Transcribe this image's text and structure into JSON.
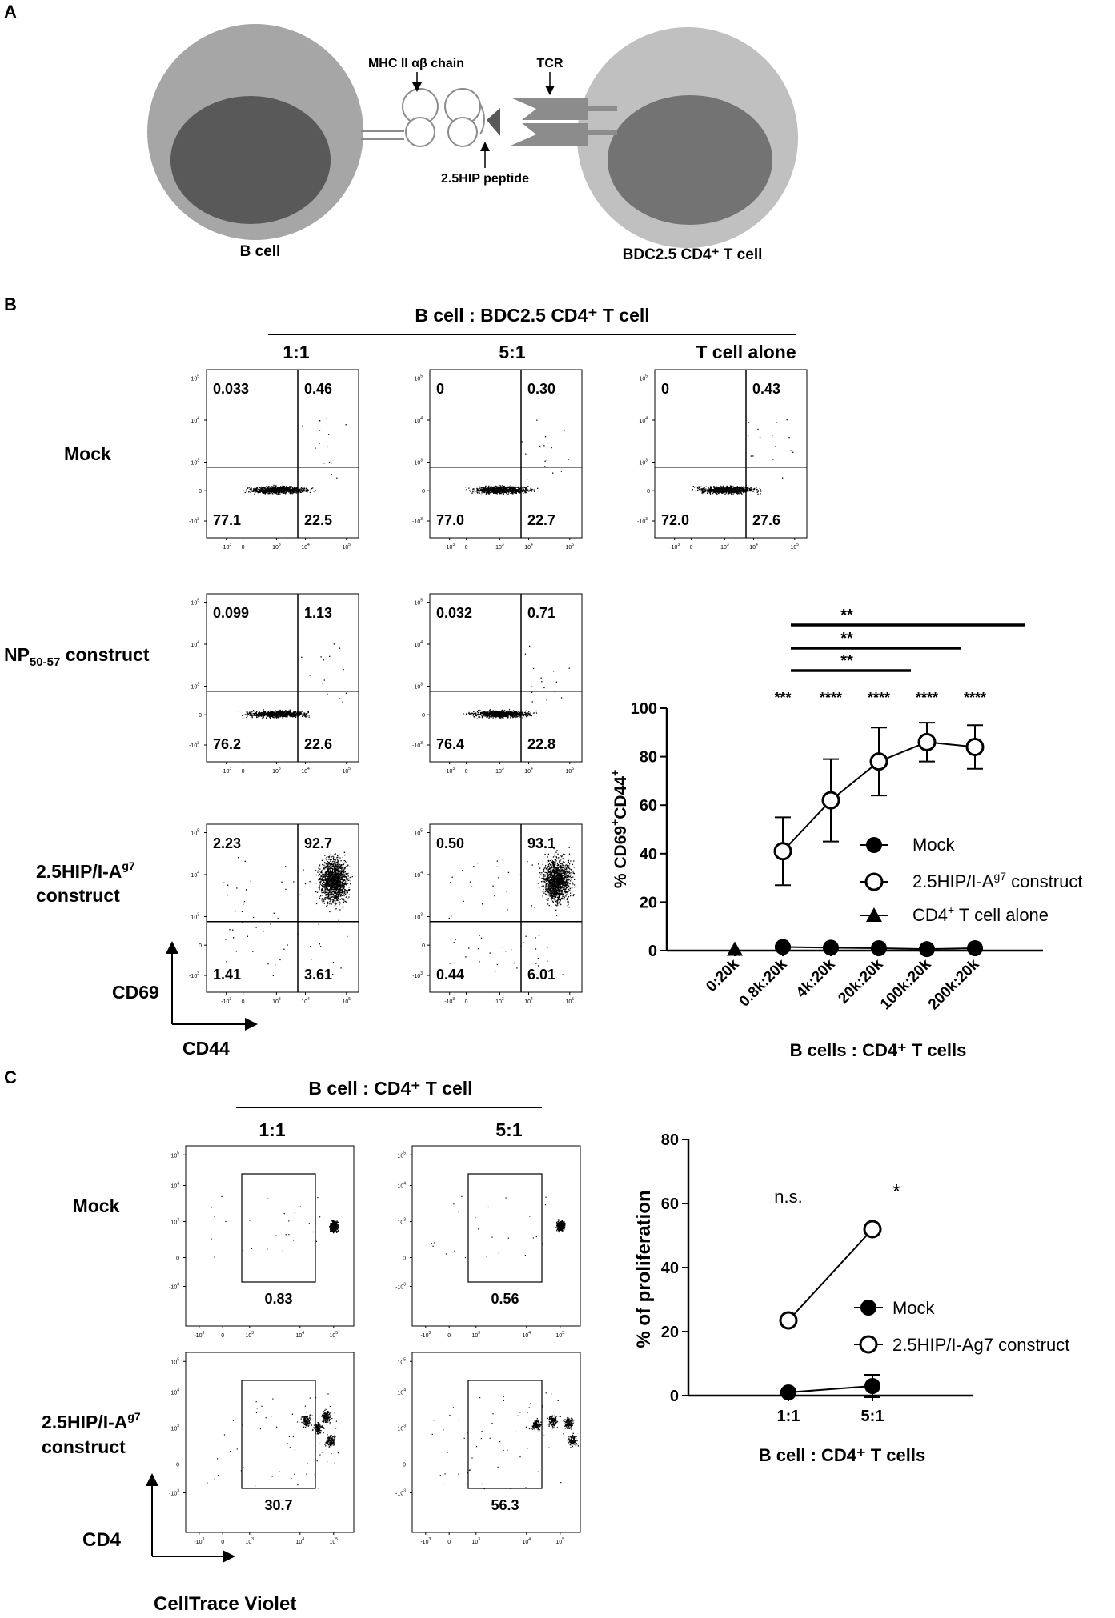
{
  "panelA": {
    "letter": "A",
    "mhc_label": "MHC II αβ chain",
    "tcr_label": "TCR",
    "peptide_label": "2.5HIP peptide",
    "bcell_label": "B cell",
    "tcell_label": "BDC2.5 CD4⁺ T cell"
  },
  "panelB": {
    "letter": "B",
    "header": "B cell : BDC2.5 CD4⁺ T cell",
    "col_labels": [
      "1:1",
      "5:1",
      "T cell alone"
    ],
    "row_labels": [
      "Mock",
      "NP",
      "50-57",
      " construct",
      "2.5HIP/I-A",
      "g7",
      "construct"
    ],
    "y_axis_label": "CD69",
    "x_axis_label": "CD44",
    "plots": [
      {
        "row": 0,
        "col": 0,
        "q": [
          "0.033",
          "0.46",
          "77.1",
          "22.5"
        ]
      },
      {
        "row": 0,
        "col": 1,
        "q": [
          "0",
          "0.30",
          "77.0",
          "22.7"
        ]
      },
      {
        "row": 0,
        "col": 2,
        "q": [
          "0",
          "0.43",
          "72.0",
          "27.6"
        ]
      },
      {
        "row": 1,
        "col": 0,
        "q": [
          "0.099",
          "1.13",
          "76.2",
          "22.6"
        ]
      },
      {
        "row": 1,
        "col": 1,
        "q": [
          "0.032",
          "0.71",
          "76.4",
          "22.8"
        ]
      },
      {
        "row": 2,
        "col": 0,
        "q": [
          "2.23",
          "92.7",
          "1.41",
          "3.61"
        ]
      },
      {
        "row": 2,
        "col": 1,
        "q": [
          "0.50",
          "93.1",
          "0.44",
          "6.01"
        ]
      }
    ],
    "y_ticks": [
      "10",
      "10",
      "10",
      "0",
      "-10"
    ],
    "y_tick_exps": [
      "5",
      "4",
      "3",
      "",
      "3"
    ],
    "x_ticks": [
      "-10",
      "0",
      "10",
      "10",
      "10"
    ],
    "x_tick_exps": [
      "3",
      "",
      "3",
      "4",
      "5"
    ]
  },
  "chartB": {
    "ylabel": "% CD69",
    "ylabel_sup1": "+",
    "ylabel_mid": "CD44",
    "ylabel_sup2": "+",
    "xlabel": "B cells : CD4⁺ T cells",
    "sig_bars": [
      "**",
      "**",
      "**"
    ],
    "sig_points": [
      "***",
      "****",
      "****",
      "****",
      "****"
    ],
    "legend": [
      "Mock",
      "2.5HIP/I-A",
      "g7",
      " construct",
      "CD4",
      "+",
      " T cell alone"
    ]
  },
  "panelC": {
    "letter": "C",
    "header": "B cell : CD4⁺ T cell",
    "col_labels": [
      "1:1",
      "5:1"
    ],
    "row_labels": [
      "Mock",
      "2.5HIP/I-A",
      "g7",
      "construct"
    ],
    "gates": [
      "0.83",
      "0.56",
      "30.7",
      "56.3"
    ],
    "y_axis_label": "CD4",
    "x_axis_label": "CellTrace Violet"
  },
  "chartC": {
    "ylabel": "% of proliferation",
    "xlabel": "B cell : CD4⁺ T cells",
    "sig": [
      "n.s.",
      "*"
    ],
    "legend": [
      "Mock",
      "2.5HIP/I-Ag7 construct"
    ]
  },
  "chart_data": [
    {
      "type": "line",
      "categories": [
        "0:20k",
        "0.8k:20k",
        "4k:20k",
        "20k:20k",
        "100k:20k",
        "200k:20k"
      ],
      "ylim": [
        0,
        100
      ],
      "yticks": [
        0,
        20,
        40,
        60,
        80,
        100
      ],
      "xlabel": "B cells : CD4⁺ T cells",
      "ylabel": "% CD69⁺CD44⁺",
      "legend_position": "right",
      "series": [
        {
          "name": "Mock",
          "marker": "filled-circle",
          "values": [
            null,
            1.5,
            1.2,
            1.0,
            0.6,
            1.0
          ],
          "err": [
            0,
            0.4,
            0.3,
            0.3,
            0.2,
            0.3
          ]
        },
        {
          "name": "2.5HIP/I-Ag7 construct",
          "marker": "open-circle",
          "values": [
            null,
            41,
            62,
            78,
            86,
            84
          ],
          "err": [
            0,
            14,
            17,
            14,
            8,
            9
          ]
        },
        {
          "name": "CD4⁺ T cell alone",
          "marker": "filled-triangle",
          "values": [
            0.5,
            null,
            null,
            null,
            null,
            null
          ],
          "err": [
            0,
            0,
            0,
            0,
            0,
            0
          ]
        }
      ]
    },
    {
      "type": "line",
      "categories": [
        "1:1",
        "5:1"
      ],
      "ylim": [
        0,
        80
      ],
      "yticks": [
        0,
        20,
        40,
        60,
        80
      ],
      "xlabel": "B cell : CD4⁺ T cells",
      "ylabel": "% of proliferation",
      "legend_position": "right",
      "series": [
        {
          "name": "Mock",
          "marker": "filled-circle",
          "values": [
            1,
            3
          ],
          "err": [
            0.5,
            3.5
          ]
        },
        {
          "name": "2.5HIP/I-Ag7 construct",
          "marker": "open-circle",
          "values": [
            23.5,
            52
          ],
          "err": [
            0,
            0
          ]
        }
      ]
    }
  ]
}
